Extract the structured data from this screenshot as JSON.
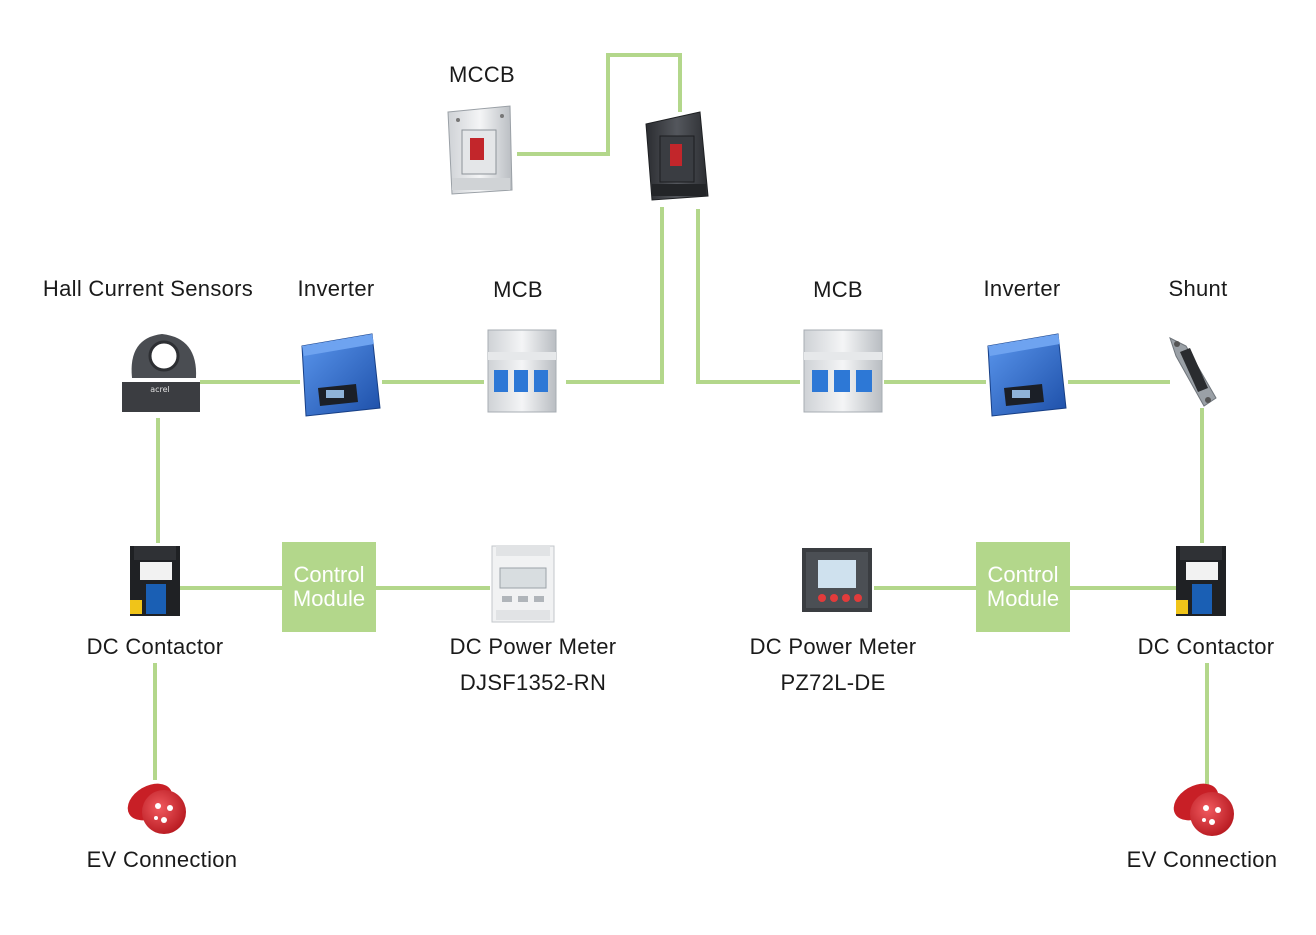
{
  "colors": {
    "wire": "#b3d78b",
    "control_box": "#b3d78b",
    "inverter_blue": "#2f6fd1",
    "plug_red": "#d8232a"
  },
  "labels": {
    "mccb": "MCCB",
    "hall_sensors": "Hall Current Sensors",
    "inverter_left": "Inverter",
    "mcb_left": "MCB",
    "mcb_right": "MCB",
    "inverter_right": "Inverter",
    "shunt": "Shunt",
    "dc_contactor_left": "DC Contactor",
    "dc_contactor_right": "DC Contactor",
    "dc_meter_left_line1": "DC Power Meter",
    "dc_meter_left_line2": "DJSF1352-RN",
    "dc_meter_right_line1": "DC Power Meter",
    "dc_meter_right_line2": "PZ72L-DE",
    "ev_left": "EV Connection",
    "ev_right": "EV Connection"
  },
  "control_module": {
    "line1": "Control",
    "line2": "Module"
  },
  "icons": [
    "mccb-icon",
    "hall-sensor-icon",
    "inverter-icon",
    "mcb-icon",
    "shunt-icon",
    "contactor-icon",
    "dc-meter-icon",
    "panel-meter-icon",
    "ev-plug-icon"
  ]
}
